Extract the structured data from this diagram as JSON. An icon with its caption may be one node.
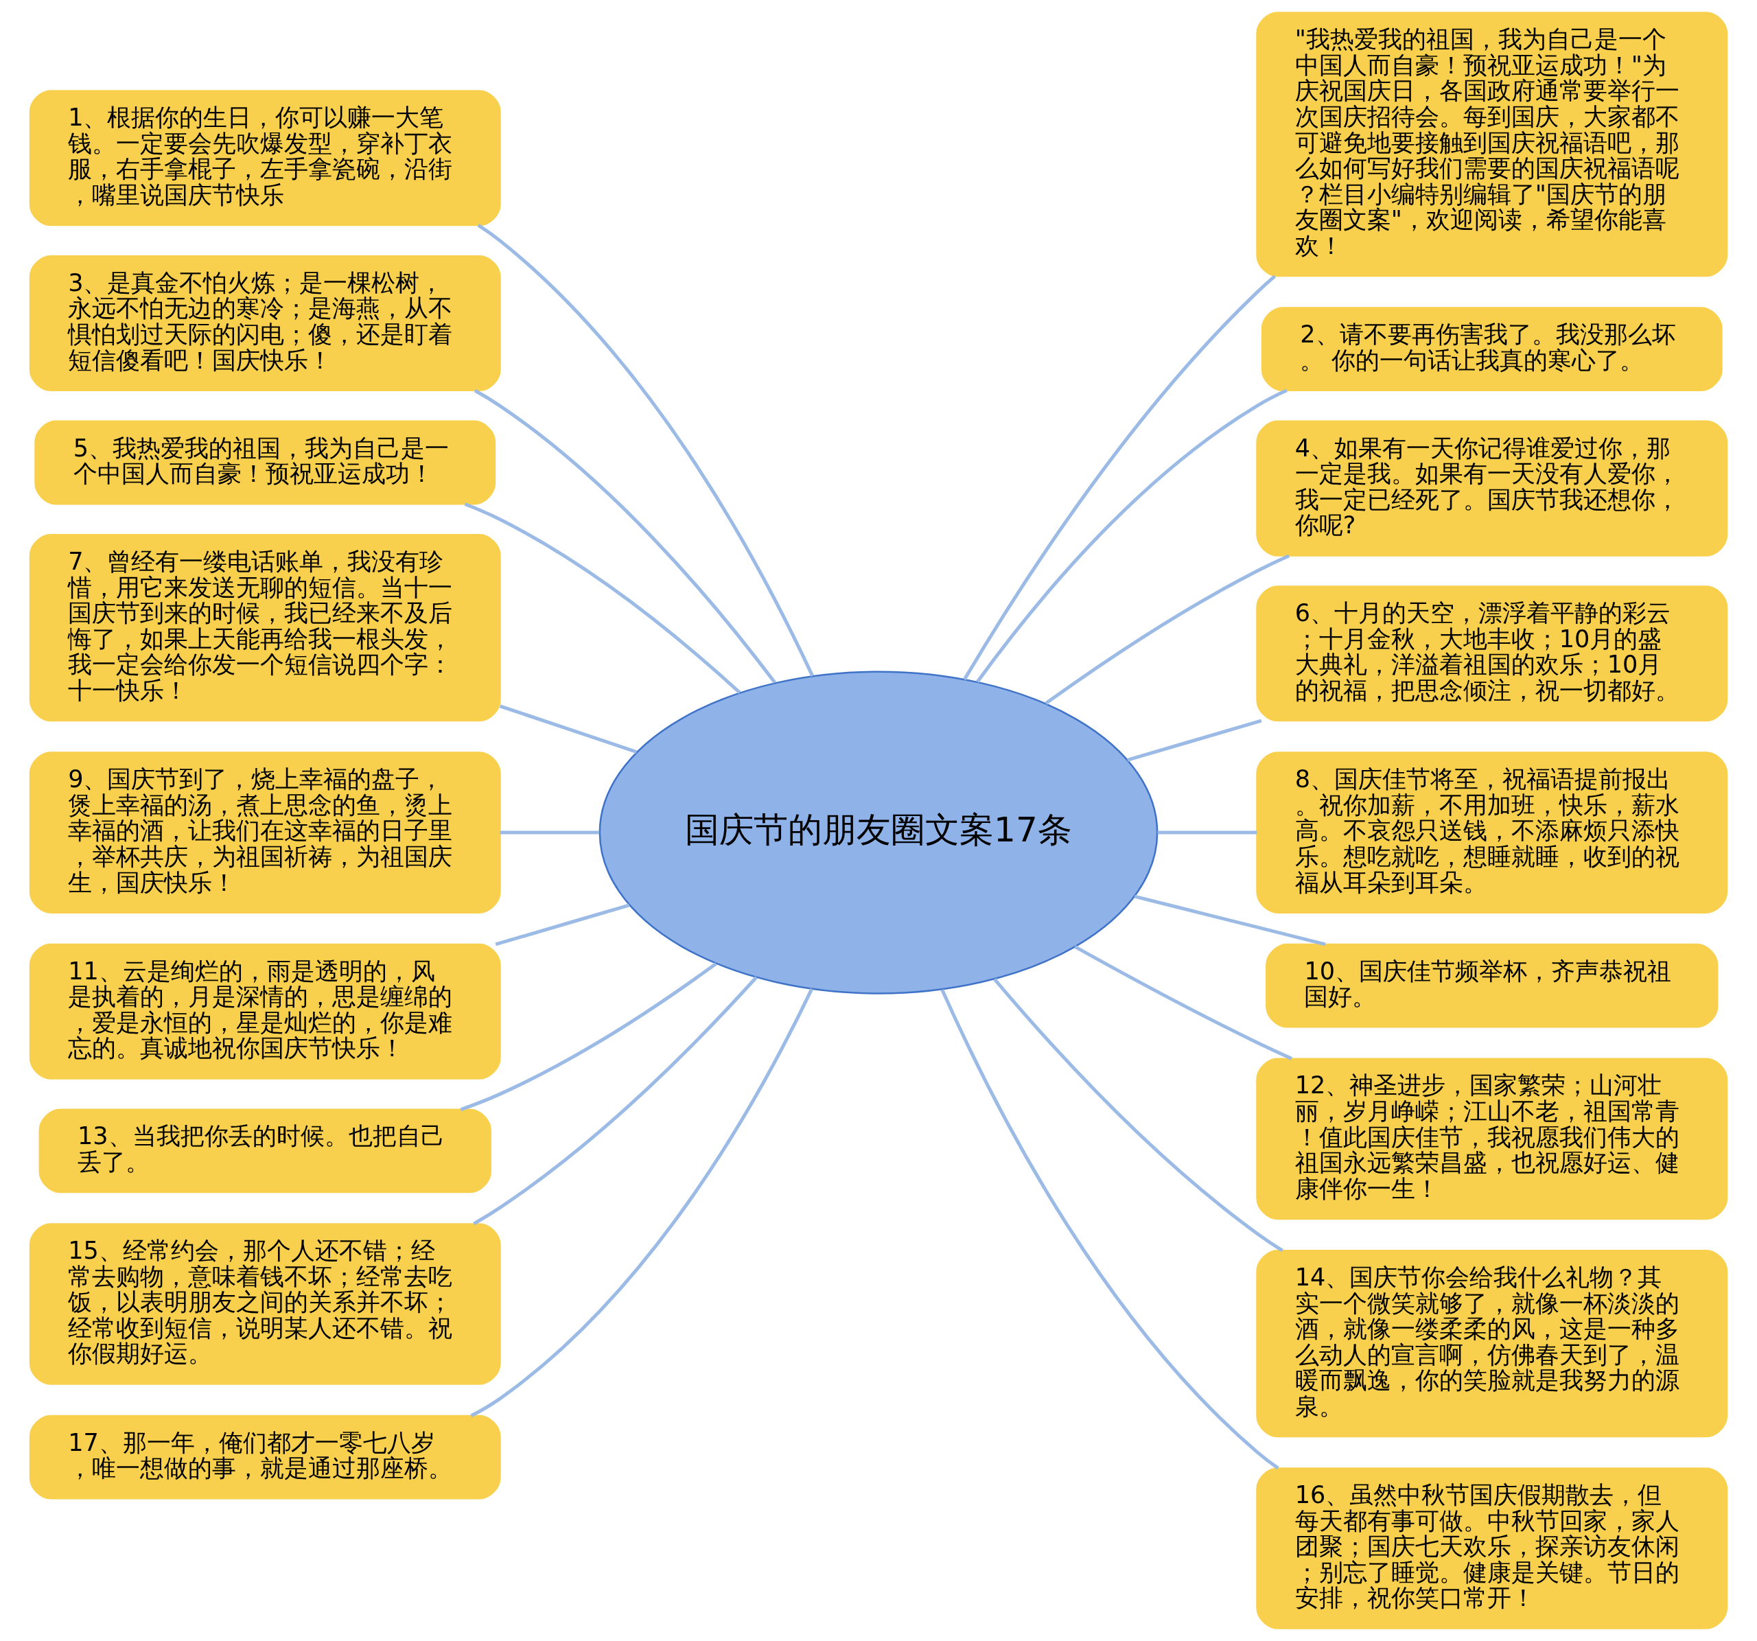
{
  "diagram": {
    "nodes": [
      {
        "text": [
          "国庆节的朋友圈文案17条"
        ]
      },
      {
        "text": [
          "1、根据你的生日，你可以赚一大笔钱。一定要会先吹爆发型，穿补丁衣服，右手拿棍子，左手拿瓷碗，沿街，嘴里说国庆节快乐"
        ]
      },
      {
        "text": [
          "3、是真金不怕火炼；是一棵松树，永远不怕无边的寒冷；是海燕，从不惧怕划过天际的闪电；傻，还是盯着短信傻看吧！国庆快乐！"
        ]
      },
      {
        "text": [
          "5、我热爱我的祖国，我为自己是一个中国人而自豪！预祝亚运成功！"
        ]
      },
      {
        "text": [
          "7、曾经有一缕电话账单，我没有珍惜，用它来发送无聊的短信。当十一国庆节到来的时候，我已经来不及后悔了，如果上天能再给我一根头发，我一定会给你发一个短信说四个字：十一快乐！"
        ]
      },
      {
        "text": [
          "9、国庆节到了，烧上幸福的盘子，煲上幸福的汤，煮上思念的鱼，烫上幸福的酒，让我们在这幸福的日子里，举杯共庆，为祖国祈祷，为祖国庆生，国庆快乐！"
        ]
      },
      {
        "text": [
          "11、云是绚烂的，雨是透明的，风是执着的，月是深情的，思是缠绵的，爱是永恒的，星是灿烂的，你是难忘的。真诚地祝你国庆节快乐！"
        ]
      },
      {
        "text": [
          "13、当我把你丢的时候。也把自己丢了。"
        ]
      },
      {
        "text": [
          "15、经常约会，那个人还不错；经常去购物，意味着钱不坏；经常去吃饭，以表明朋友之间的关系并不坏；经常收到短信，说明某人还不错。祝你假期好运。"
        ]
      },
      {
        "text": [
          "17、那一年，俺们都才一零七八岁，唯一想做的事，就是通过那座桥。"
        ]
      },
      {
        "text": [
          "\"我热爱我的祖国，我为自己是一个中国人而自豪！预祝亚运成功！\"为庆祝国庆日，各国政府通常要举行一次国庆招待会。每到国庆，大家都不可避免地要接触到国庆祝福语吧，那么如何写好我们需要的国庆祝福语呢？栏目小编特别编辑了\"国庆节的朋友圈文案\"，欢迎阅读，希望你能喜欢！"
        ]
      },
      {
        "text": [
          "2、请不要再伤害我了。我没那么坏。 你的一句话让我真的寒心了。"
        ]
      },
      {
        "text": [
          "4、如果有一天你记得谁爱过你，那一定是我。如果有一天没有人爱你，我一定已经死了。国庆节我还想你，你呢?"
        ]
      },
      {
        "text": [
          "6、十月的天空，漂浮着平静的彩云；十月金秋，大地丰收；10月的盛大典礼，洋溢着祖国的欢乐；10月的祝福，把思念倾注，祝一切都好。"
        ]
      },
      {
        "text": [
          "8、国庆佳节将至，祝福语提前报出。祝你加薪，不用加班，快乐，薪水高。不哀怨只送钱，不添麻烦只添快乐。想吃就吃，想睡就睡，收到的祝福从耳朵到耳朵。"
        ]
      },
      {
        "text": [
          "10、国庆佳节频举杯，齐声恭祝祖国好。"
        ]
      },
      {
        "text": [
          "12、神圣进步，国家繁荣；山河壮丽，岁月峥嵘；江山不老，祖国常青！值此国庆佳节，我祝愿我们伟大的祖国永远繁荣昌盛，也祝愿好运、健康伴你一生！"
        ]
      },
      {
        "text": [
          "14、国庆节你会给我什么礼物？其实一个微笑就够了，就像一杯淡淡的酒，就像一缕柔柔的风，这是一种多么动人的宣言啊，仿佛春天到了，温暖而飘逸，你的笑脸就是我努力的源泉。"
        ]
      },
      {
        "text": [
          "16、虽然中秋节国庆假期散去，但每天都有事可做。中秋节回家，家人团聚；国庆七天欢乐，探亲访友休闲；别忘了睡觉。健康是关键。节日的安排，祝你笑口常开！"
        ]
      }
    ],
    "edges": [
      {
        "from": 0,
        "to": 1,
        "arrow": "none"
      },
      {
        "from": 0,
        "to": 2,
        "arrow": "none"
      },
      {
        "from": 0,
        "to": 3,
        "arrow": "none"
      },
      {
        "from": 0,
        "to": 4,
        "arrow": "none"
      },
      {
        "from": 0,
        "to": 5,
        "arrow": "none"
      },
      {
        "from": 0,
        "to": 6,
        "arrow": "none"
      },
      {
        "from": 0,
        "to": 7,
        "arrow": "none"
      },
      {
        "from": 0,
        "to": 8,
        "arrow": "none"
      },
      {
        "from": 0,
        "to": 9,
        "arrow": "none"
      },
      {
        "from": 0,
        "to": 10,
        "arrow": "none"
      },
      {
        "from": 0,
        "to": 11,
        "arrow": "none"
      },
      {
        "from": 0,
        "to": 12,
        "arrow": "none"
      },
      {
        "from": 0,
        "to": 13,
        "arrow": "none"
      },
      {
        "from": 0,
        "to": 14,
        "arrow": "none"
      },
      {
        "from": 0,
        "to": 15,
        "arrow": "none"
      },
      {
        "from": 0,
        "to": 16,
        "arrow": "none"
      },
      {
        "from": 0,
        "to": 17,
        "arrow": "none"
      },
      {
        "from": 0,
        "to": 18,
        "arrow": "none"
      }
    ]
  }
}
